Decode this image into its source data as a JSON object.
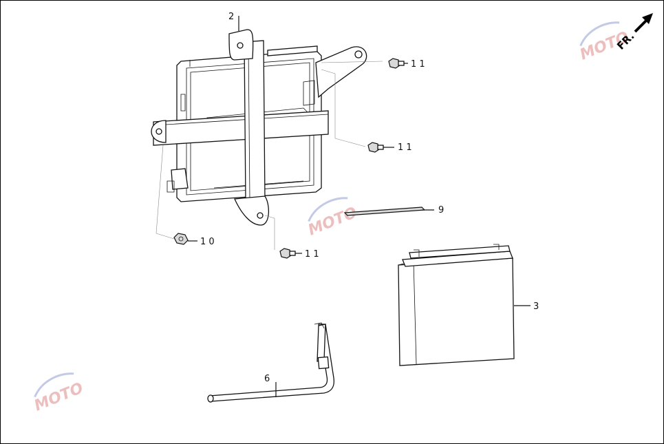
{
  "diagram": {
    "callouts": [
      {
        "id": "2",
        "label": "2"
      },
      {
        "id": "11a",
        "label": "1 1"
      },
      {
        "id": "11b",
        "label": "1 1"
      },
      {
        "id": "9",
        "label": "9"
      },
      {
        "id": "10",
        "label": "1 0"
      },
      {
        "id": "11c",
        "label": "1 1"
      },
      {
        "id": "3",
        "label": "3"
      },
      {
        "id": "6",
        "label": "6"
      }
    ],
    "direction_label": "FR.",
    "watermark": {
      "text": "MOTO",
      "color": "#e08a8a"
    }
  }
}
